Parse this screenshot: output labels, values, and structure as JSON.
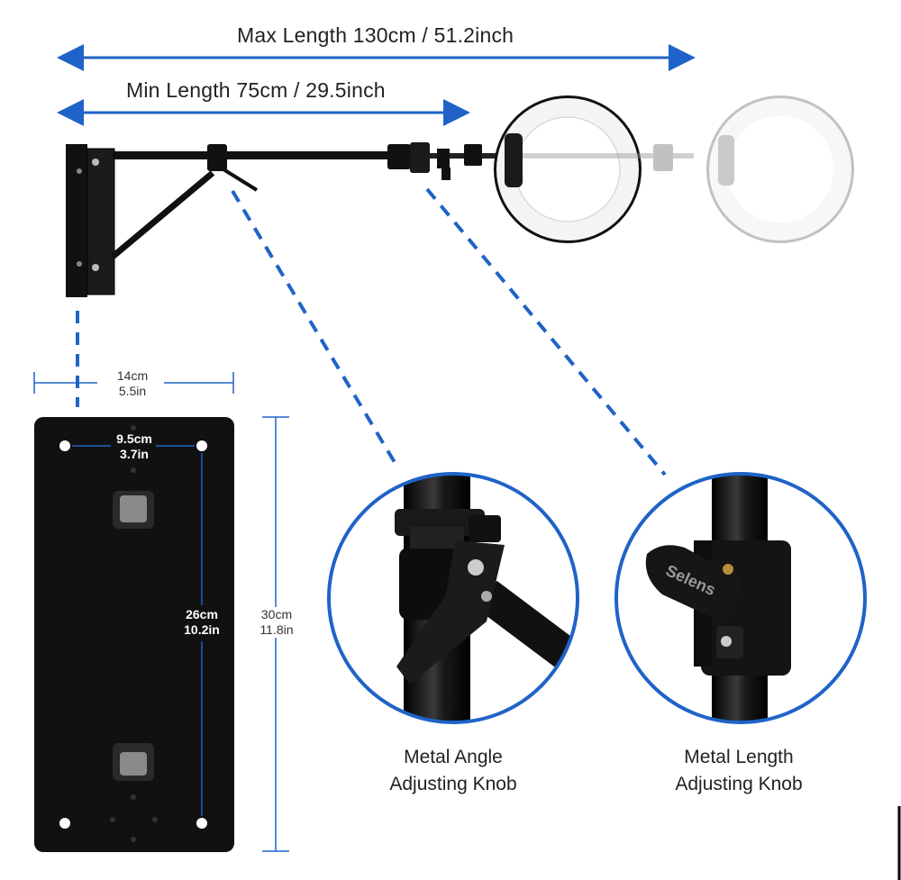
{
  "dimensions": {
    "max_length": "Max Length 130cm / 51.2inch",
    "min_length": "Min Length 75cm / 29.5inch",
    "plate_width_cm": "14cm",
    "plate_width_in": "5.5in",
    "hole_spacing_cm": "9.5cm",
    "hole_spacing_in": "3.7in",
    "hole_height_cm": "26cm",
    "hole_height_in": "10.2in",
    "plate_height_cm": "30cm",
    "plate_height_in": "11.8in"
  },
  "callouts": {
    "angle_knob_line1": "Metal Angle",
    "angle_knob_line2": "Adjusting Knob",
    "length_knob_line1": "Metal Length",
    "length_knob_line2": "Adjusting Knob",
    "brand_text": "Selens"
  },
  "colors": {
    "accent_blue": "#1f63c8",
    "metal_black": "#111111",
    "ring_light": "#f4f4f4"
  },
  "icons": [
    "arrow-both-icon",
    "ring-light-icon",
    "wall-mount-icon",
    "knob-icon"
  ]
}
